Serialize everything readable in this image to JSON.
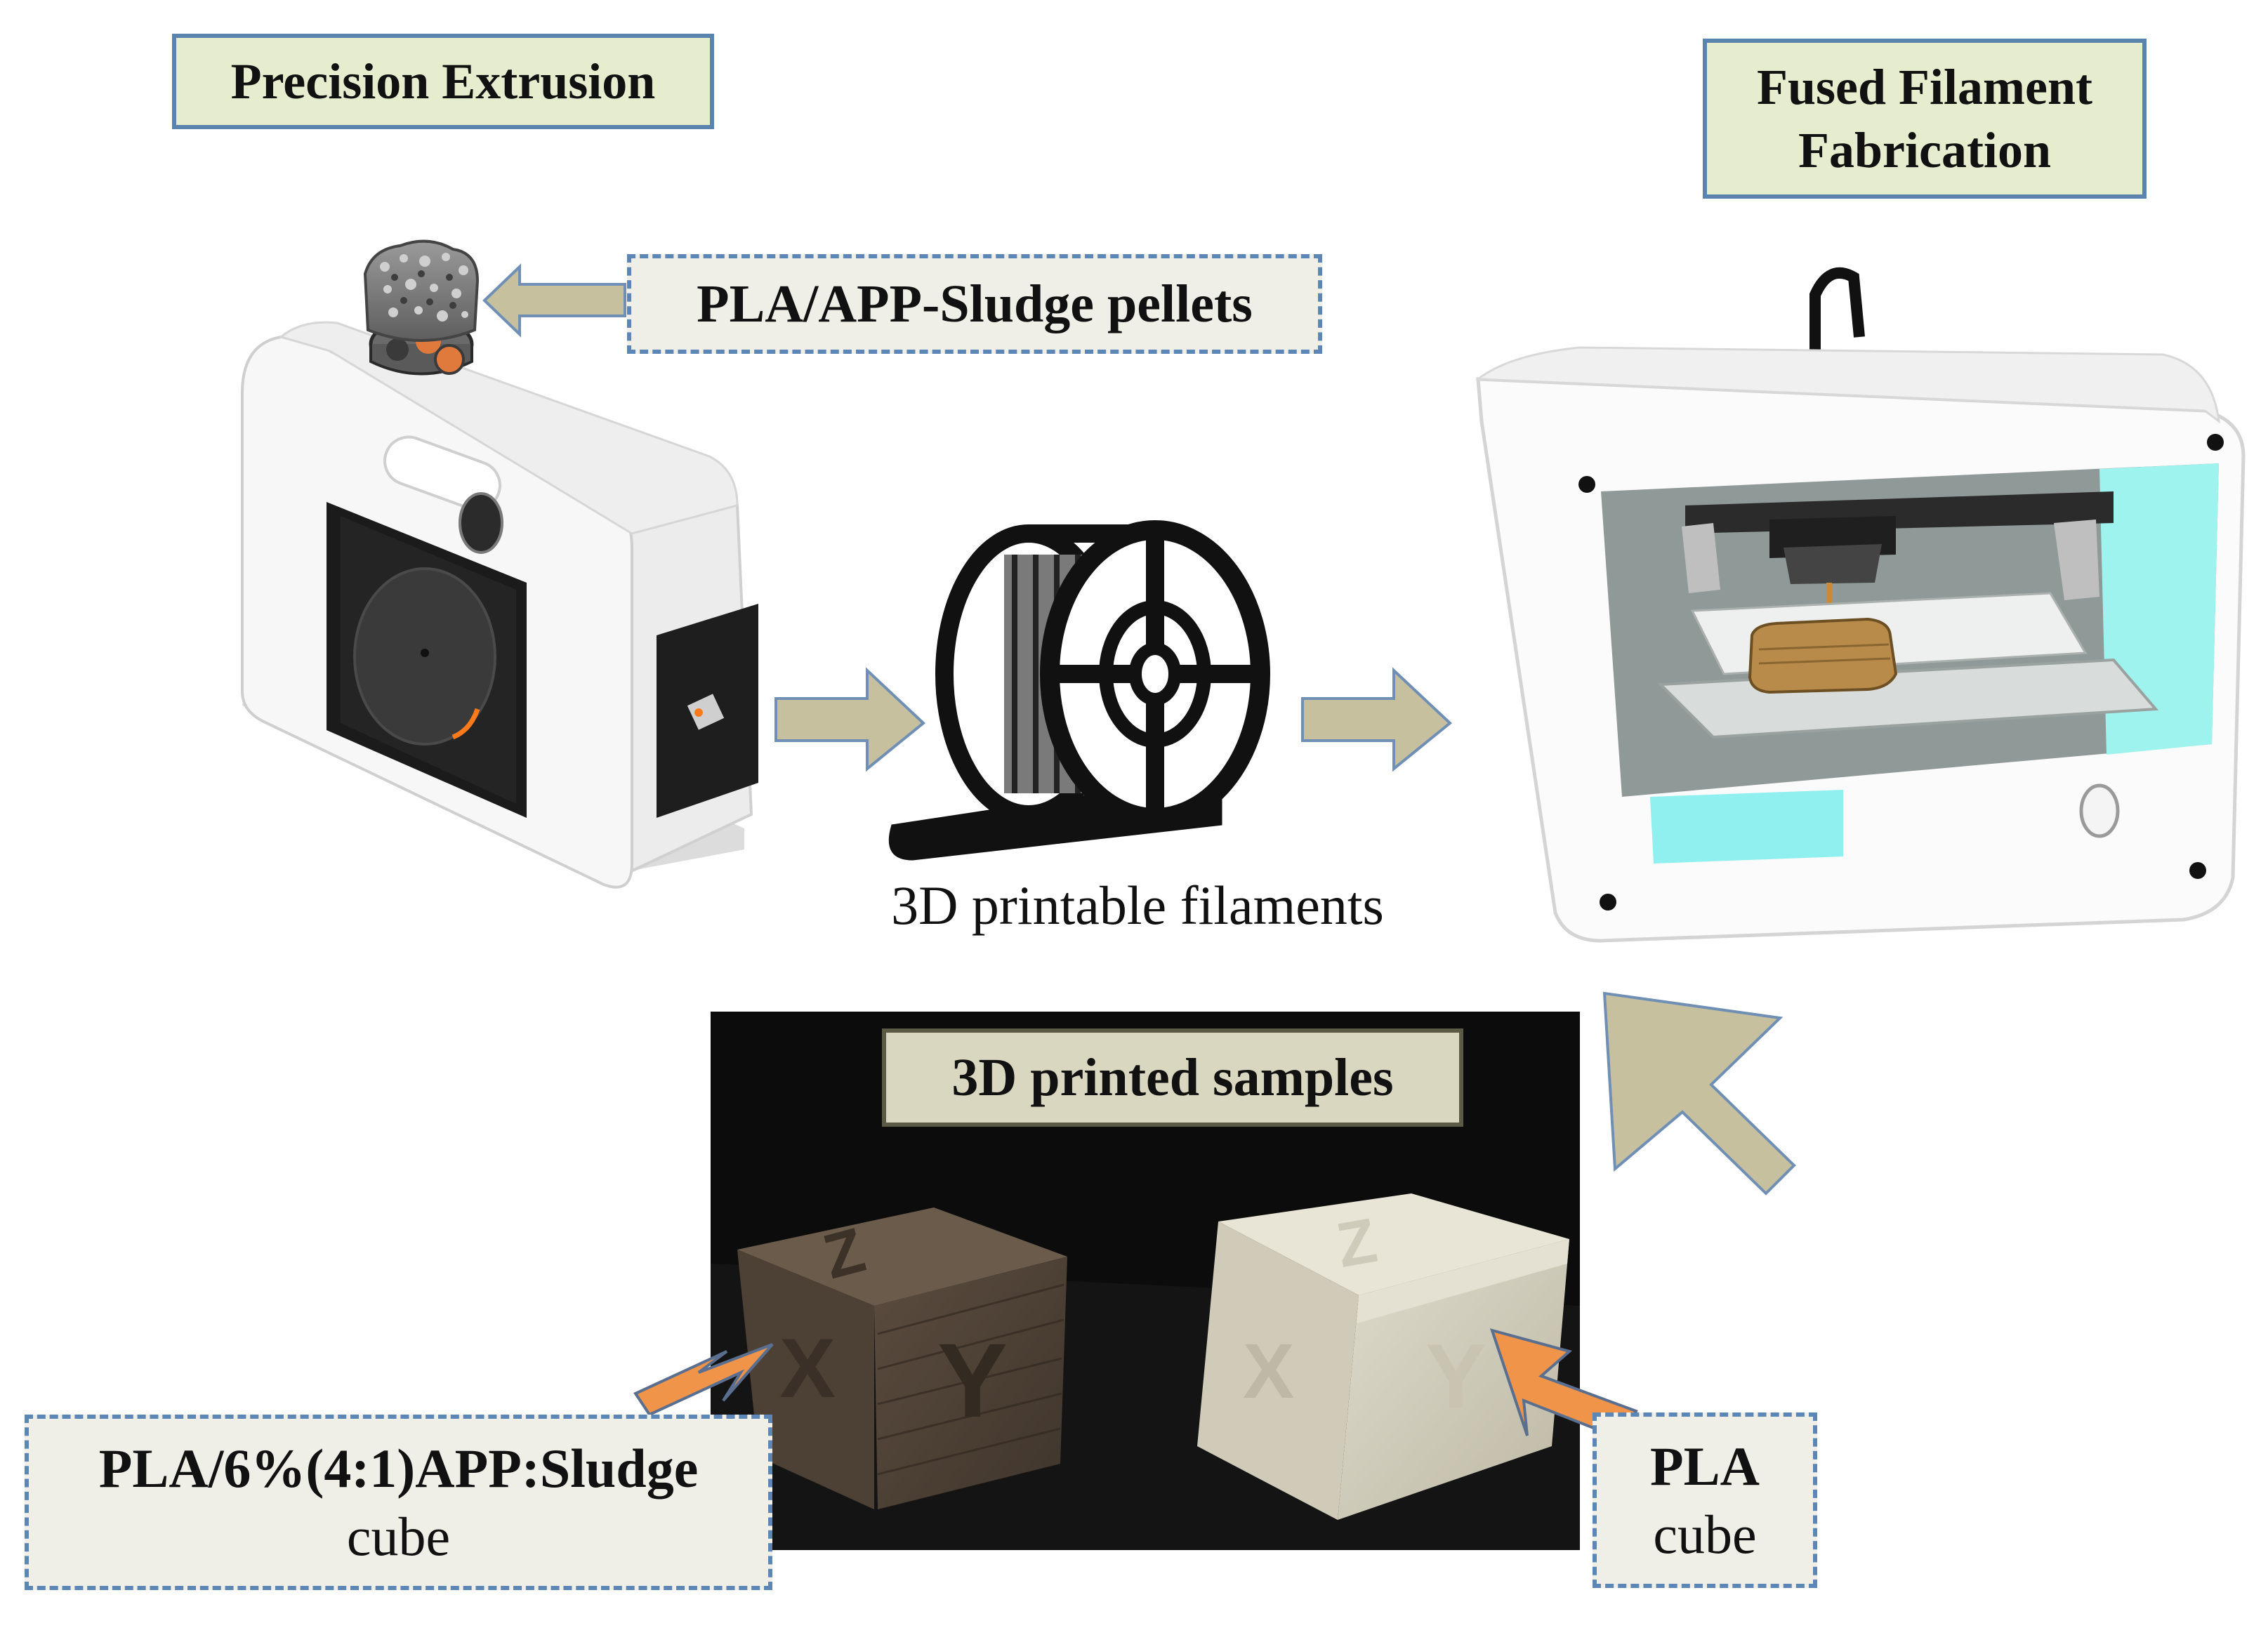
{
  "labels": {
    "precision_extrusion": "Precision Extrusion",
    "fff_line1": "Fused Filament",
    "fff_line2": "Fabrication",
    "pellets": "PLA/APP-Sludge pellets",
    "filaments": "3D printable filaments",
    "samples": "3D printed samples",
    "sludge_cube_line1": "PLA/6%(4:1)APP:Sludge",
    "sludge_cube_line2": "cube",
    "pla_cube_line1": "PLA",
    "pla_cube_line2": "cube"
  },
  "cube_letters": {
    "dark_front": "Y",
    "dark_side": "X",
    "dark_top": "Z",
    "light_front": "Y",
    "light_side": "X",
    "light_top": "Z"
  },
  "colors": {
    "box_fill": "#e6edce",
    "box_border": "#5a84ad",
    "dashed_border": "#5b86b5",
    "flow_arrow": "#c7c09f",
    "pointer_arrow": "#f0944a",
    "screen_cyan": "#8ff0ef",
    "photo_bg": "#0c0c0c"
  }
}
